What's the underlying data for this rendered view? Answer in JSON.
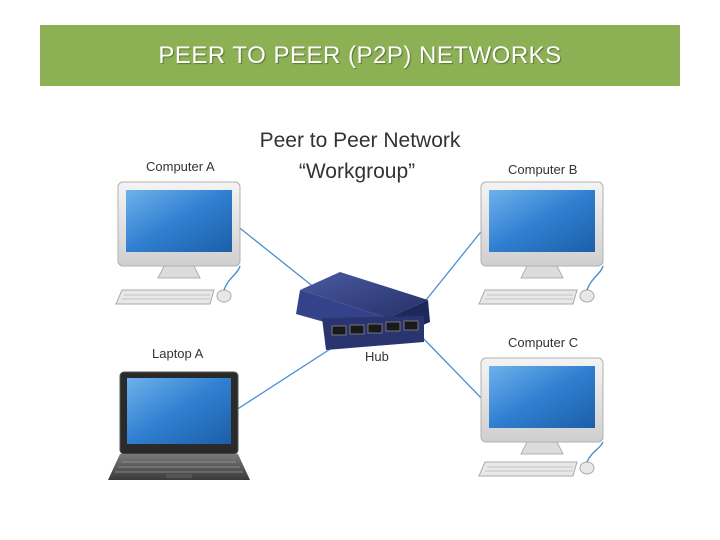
{
  "slide": {
    "title": "PEER TO PEER (P2P) NETWORKS"
  },
  "diagram": {
    "heading_line1": "Peer to Peer Network",
    "heading_line2": "“Workgroup”",
    "nodes": [
      {
        "id": "computer-a",
        "label": "Computer A"
      },
      {
        "id": "computer-b",
        "label": "Computer B"
      },
      {
        "id": "laptop-a",
        "label": "Laptop A"
      },
      {
        "id": "computer-c",
        "label": "Computer C"
      },
      {
        "id": "hub",
        "label": "Hub"
      }
    ],
    "connections": [
      [
        "computer-a",
        "hub"
      ],
      [
        "computer-b",
        "hub"
      ],
      [
        "laptop-a",
        "hub"
      ],
      [
        "computer-c",
        "hub"
      ]
    ],
    "colors": {
      "title_bar": "#8cb054",
      "cable": "#4a8fd0",
      "screen": "#2f7fd0",
      "hub": "#2f3d7a"
    }
  }
}
